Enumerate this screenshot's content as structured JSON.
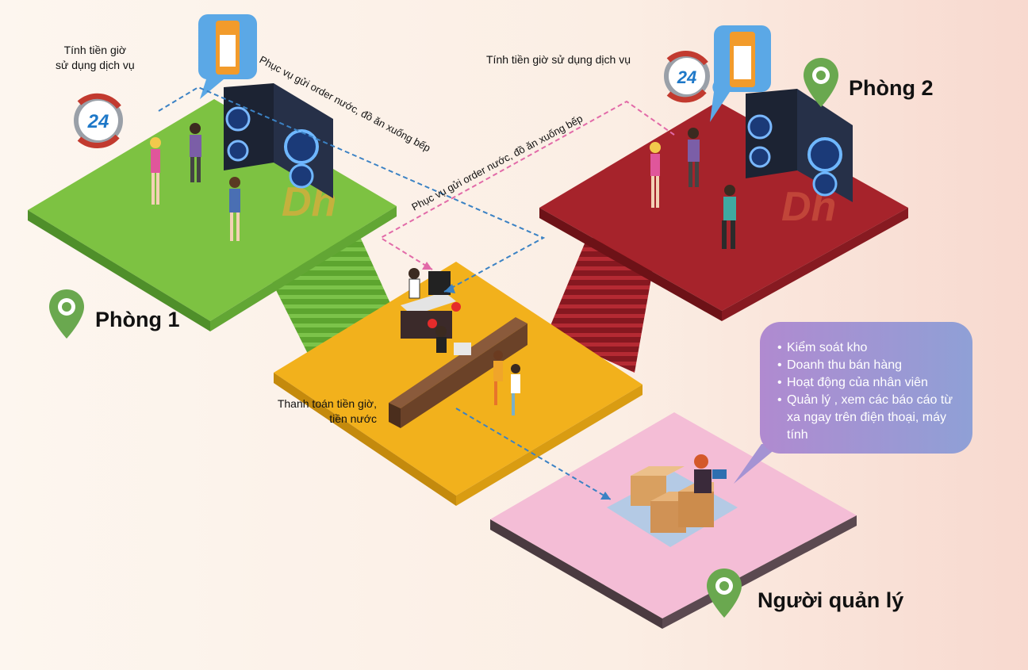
{
  "labels": {
    "billing_room1": "Tính tiền giờ\nsử dụng dịch vụ",
    "billing_room2": "Tính tiền giờ sử dụng dịch vụ",
    "order_path_1": "Phục vụ gửi order nước, đồ ăn xuống bếp",
    "order_path_2": "Phục vụ gửi order nước, đồ ăn xuống bếp",
    "payment": "Thanh toán tiền giờ,\ntiền nước"
  },
  "rooms": {
    "room1": "Phòng 1",
    "room2": "Phòng 2",
    "manager": "Người quản lý"
  },
  "manager_features": [
    "Kiểm soát kho",
    "Doanh thu bán hàng",
    "Hoạt động của nhân viên",
    "Quản lý , xem các báo cáo từ xa ngay trên điện thoại, máy tính"
  ],
  "badge_24": "24",
  "watermark": "Dh",
  "colors": {
    "room1": "#78c043",
    "room2": "#a3222a",
    "counter": "#f0b11c",
    "manager": "#f2bdd5",
    "pin": "#6aa84f",
    "blue_path": "#3b82c4",
    "pink_path": "#e26aa8"
  },
  "icons": [
    "clock-24-icon",
    "pos-device-icon",
    "location-pin-icon",
    "speaker-icon",
    "box-icon"
  ]
}
